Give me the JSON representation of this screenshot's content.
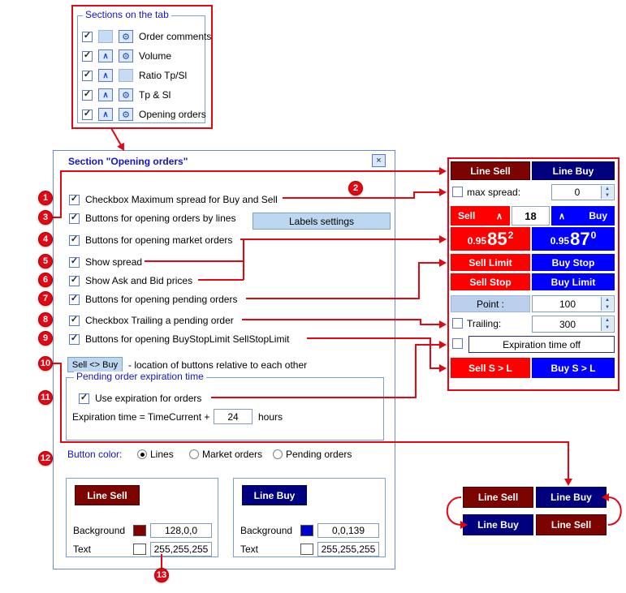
{
  "icons": {
    "check": "✓",
    "gear": "⚙",
    "chevron_up": "∧",
    "close": "×",
    "spinner_up": "▲",
    "spinner_down": "▼"
  },
  "badges": [
    "1",
    "2",
    "3",
    "4",
    "5",
    "6",
    "7",
    "8",
    "9",
    "10",
    "11",
    "12",
    "13"
  ],
  "sections_box": {
    "title": "Sections on the tab",
    "rows": [
      {
        "label": "Order comments"
      },
      {
        "label": "Volume"
      },
      {
        "label": "Ratio Tp/Sl"
      },
      {
        "label": "Tp & Sl"
      },
      {
        "label": "Opening orders"
      }
    ]
  },
  "dialog": {
    "title": "Section \"Opening orders\"",
    "checkboxes": [
      "Checkbox Maximum spread for Buy and Sell",
      "Buttons for opening orders by lines",
      "Buttons for opening market orders",
      "Show spread",
      "Show Ask and Bid prices",
      "Buttons for opening pending orders",
      "Checkbox Trailing a pending order",
      "Buttons for opening BuyStopLimit SellStopLimit"
    ],
    "labels_settings_button": "Labels settings",
    "sell_buy_button": "Sell <> Buy",
    "sell_buy_caption": "- location of buttons relative to each other",
    "expiration_group": {
      "title": "Pending order expiration time",
      "use_expiration": "Use expiration for orders",
      "formula_prefix": "Expiration time = TimeCurrent +",
      "hours_value": "24",
      "formula_suffix": "hours"
    },
    "button_color_label": "Button color:",
    "radio_options": [
      "Lines",
      "Market orders",
      "Pending orders"
    ],
    "color_panels": [
      {
        "button": "Line Sell",
        "background_label": "Background",
        "background_value": "128,0,0",
        "text_label": "Text",
        "text_value": "255,255,255"
      },
      {
        "button": "Line Buy",
        "background_label": "Background",
        "background_value": "0,0,139",
        "text_label": "Text",
        "text_value": "255,255,255"
      }
    ]
  },
  "panel": {
    "line_sell": "Line Sell",
    "line_buy": "Line Buy",
    "max_spread_label": "max spread:",
    "max_spread_value": "0",
    "sell": "Sell",
    "buy": "Buy",
    "spread": "18",
    "sell_price": {
      "prefix": "0.95",
      "big": "85",
      "pip": "2"
    },
    "buy_price": {
      "prefix": "0.95",
      "big": "87",
      "pip": "0"
    },
    "sell_limit": "Sell Limit",
    "buy_stop": "Buy Stop",
    "sell_stop": "Sell Stop",
    "buy_limit": "Buy Limit",
    "point_label": "Point :",
    "point_value": "100",
    "trailing_label": "Trailing:",
    "trailing_value": "300",
    "expiration_button": "Expiration time off",
    "sell_stop_limit": "Sell S > L",
    "buy_stop_limit": "Buy S > L"
  },
  "swap_demo": {
    "row1": [
      "Line Sell",
      "Line Buy"
    ],
    "row2": [
      "Line Buy",
      "Line Sell"
    ]
  },
  "colors": {
    "annotation_red": "#E30613",
    "dark_red": "#7B0300",
    "navy": "#00007E",
    "bright_red": "#FF0000",
    "bright_blue": "#0000FF",
    "light_blue_button": "#BDD7F0",
    "sell_bg_swatch": "#800000",
    "buy_bg_swatch": "#0000CC",
    "text_swatch": "#FFFFFF"
  }
}
